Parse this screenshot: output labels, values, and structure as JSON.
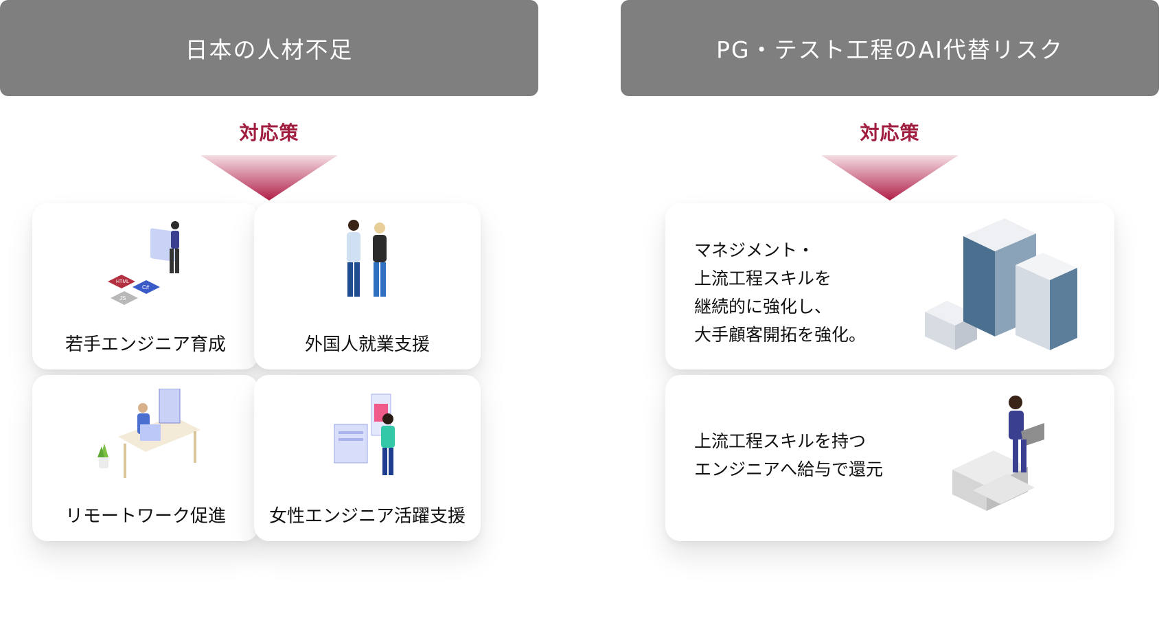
{
  "left": {
    "header": "日本の人材不足",
    "sub": "対応策",
    "cards": [
      {
        "label": "若手エンジニア育成",
        "icon": "young-engineer-training-illustration"
      },
      {
        "label": "外国人就業支援",
        "icon": "foreign-workers-illustration"
      },
      {
        "label": "リモートワーク促進",
        "icon": "remote-work-illustration"
      },
      {
        "label": "女性エンジニア活躍支援",
        "icon": "woman-engineer-illustration"
      }
    ]
  },
  "right": {
    "header": "PG・テスト工程のAI代替リスク",
    "sub": "対応策",
    "cards": [
      {
        "lines": [
          "マネジメント・",
          "上流工程スキルを",
          "継続的に強化し、",
          "大手顧客開拓を強化。"
        ],
        "icon": "office-buildings-illustration"
      },
      {
        "lines": [
          "上流工程スキルを持つ",
          "エンジニアへ給与で還元"
        ],
        "icon": "money-salary-illustration"
      }
    ]
  },
  "colors": {
    "header_bg": "#7f7f7f",
    "accent": "#a01d3f",
    "card_bg": "#ffffff"
  },
  "illus": {
    "html_tag": "HTML",
    "csharp_tag": "C#",
    "js_tag": "JS"
  }
}
